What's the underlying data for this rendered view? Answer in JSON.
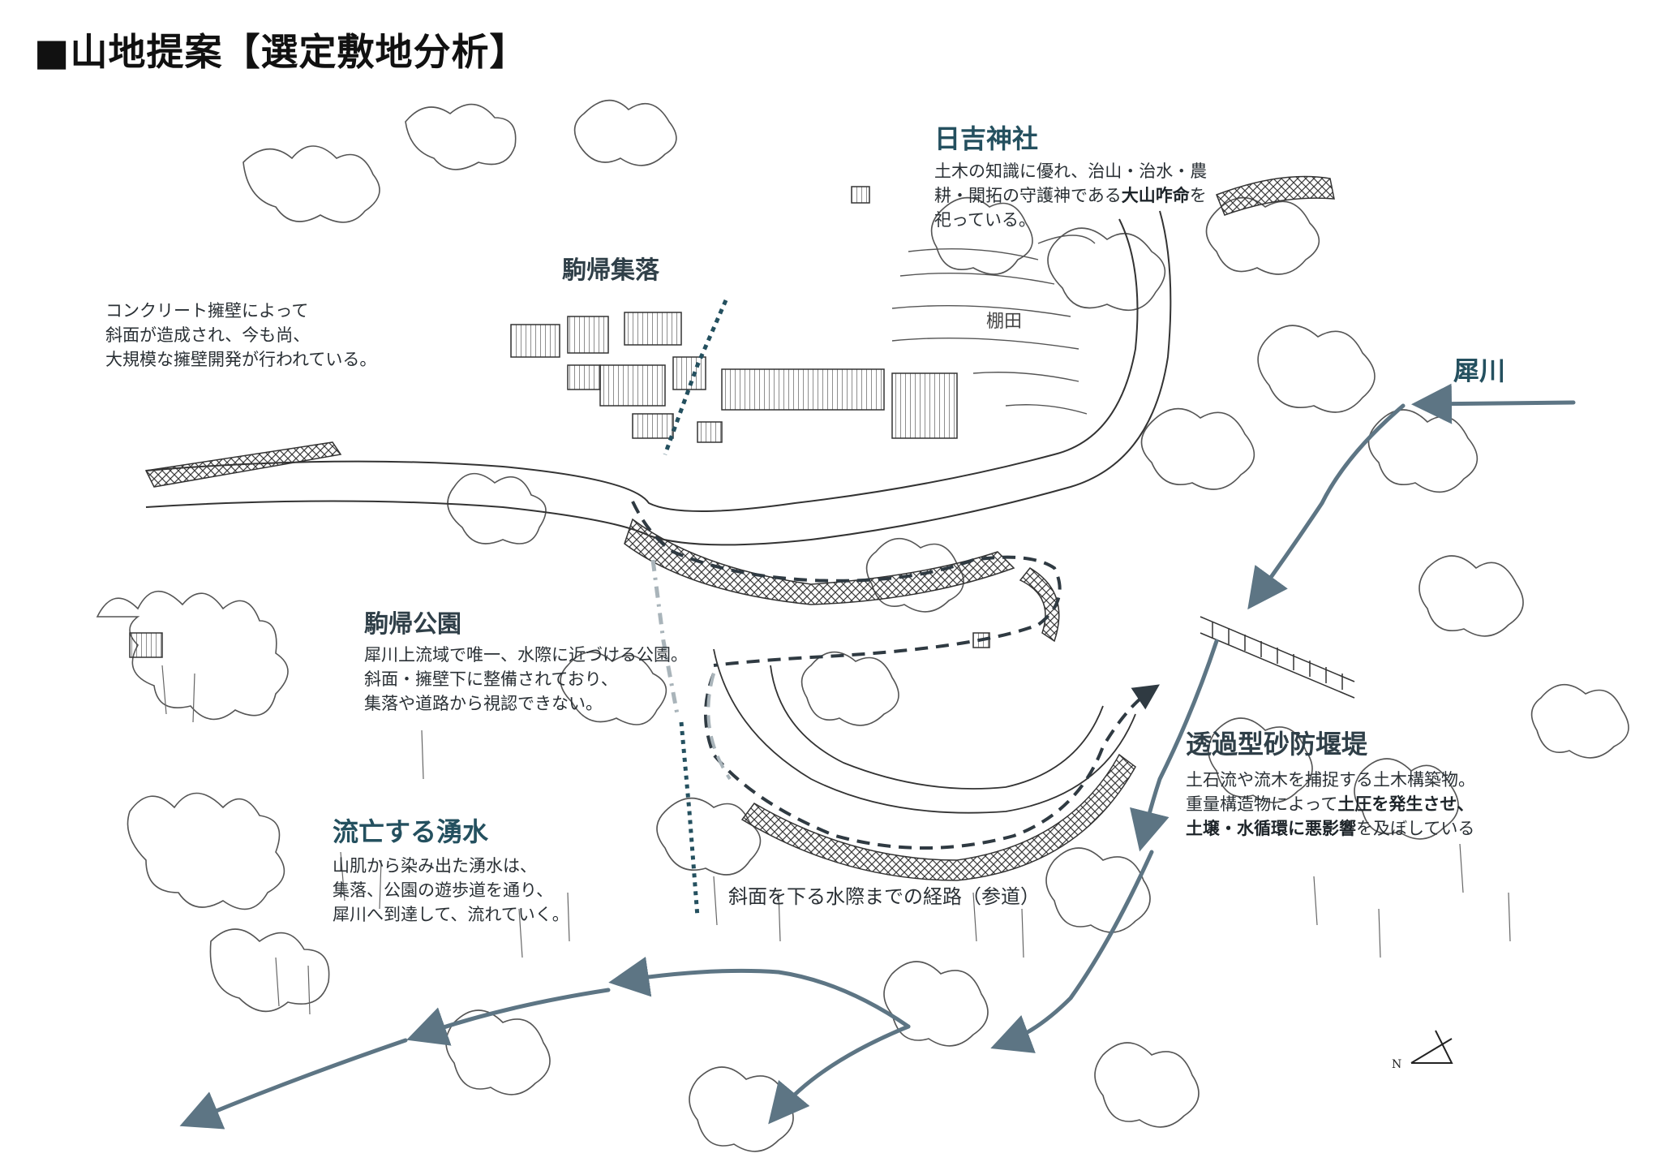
{
  "title": "■山地提案【選定敷地分析】",
  "colors": {
    "river": "#5d7584",
    "path_dark": "#2f3a42",
    "path_light": "#a9b4ba",
    "hatch": "#3a3a3a",
    "accent_text": "#24505f"
  },
  "labels": {
    "hiyoshi": {
      "head": "日吉神社",
      "line1": "土木の知識に優れ、治山・治水・農",
      "line2_a": "耕・開拓の守護神である",
      "line2_b": "大山咋命",
      "line2_c": "を",
      "line3": "祀っている。"
    },
    "komagaeri_village": {
      "head": "駒帰集落"
    },
    "concrete": {
      "line1": "コンクリート擁壁によって",
      "line2": "斜面が造成され、今も尚、",
      "line3": "大規模な擁壁開発が行われている。"
    },
    "tanada": "棚田",
    "saigawa": "犀川",
    "park": {
      "head": "駒帰公園",
      "line1": "犀川上流域で唯一、水際に近づける公園。",
      "line2": "斜面・擁壁下に整備されており、",
      "line3": "集落や道路から視認できない。"
    },
    "dam": {
      "head": "透過型砂防堰堤",
      "line1": "土石流や流木を捕捉する土木構築物。",
      "line2_a": "重量構造物によって",
      "line2_b": "土圧を発生させ、",
      "line3_a": "土壌・水循環に悪影響",
      "line3_b": "を及ぼしている"
    },
    "spring": {
      "head": "流亡する湧水",
      "line1": "山肌から染み出た湧水は、",
      "line2": "集落、公園の遊歩道を通り、",
      "line3": "犀川へ到達して、流れていく。"
    },
    "route": "斜面を下る水際までの経路（参道）",
    "compass": "N"
  }
}
